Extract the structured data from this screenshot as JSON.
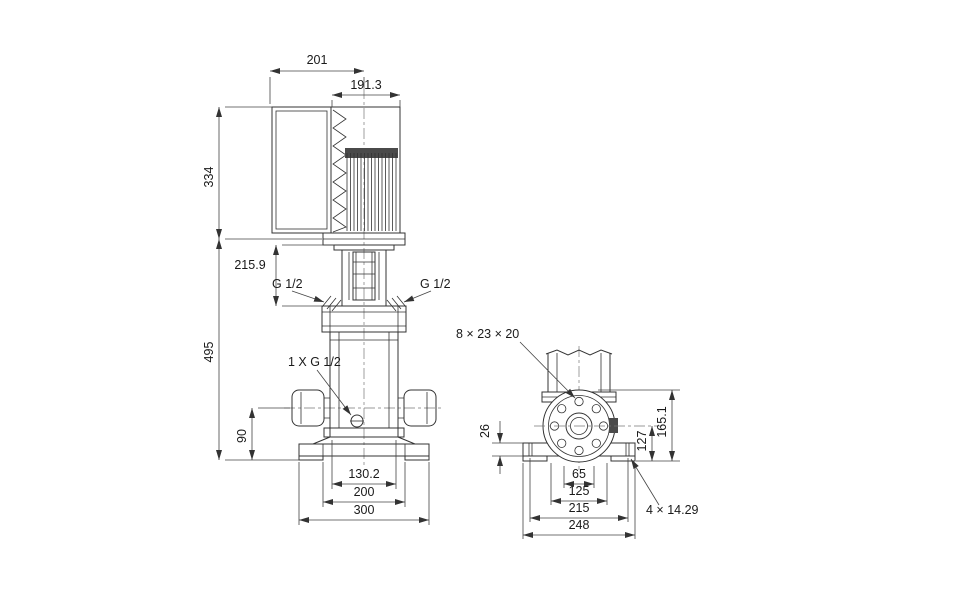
{
  "drawing": {
    "front": {
      "dim_width_total": "201",
      "dim_width_motor": "191.3",
      "dim_height_motor": "334",
      "dim_height_coupling": "215.9",
      "port_left": "G 1/2",
      "port_right": "G 1/2",
      "dim_height_pump": "495",
      "plug_label": "1 X G 1/2",
      "dim_port_height": "90",
      "dim_flange_width": "130.2",
      "dim_bolt_span": "200",
      "dim_base_width": "300"
    },
    "side": {
      "flange_holes_label": "8 × 23 × 20",
      "dim_plate_thickness": "26",
      "dim_port_center_height": "127",
      "dim_flange_top_height": "165.1",
      "dim_port_width": "65",
      "dim_foot_width": "125",
      "dim_bolt_spacing": "215",
      "dim_base_depth": "248",
      "base_holes_label": "4 × 14.29"
    }
  }
}
